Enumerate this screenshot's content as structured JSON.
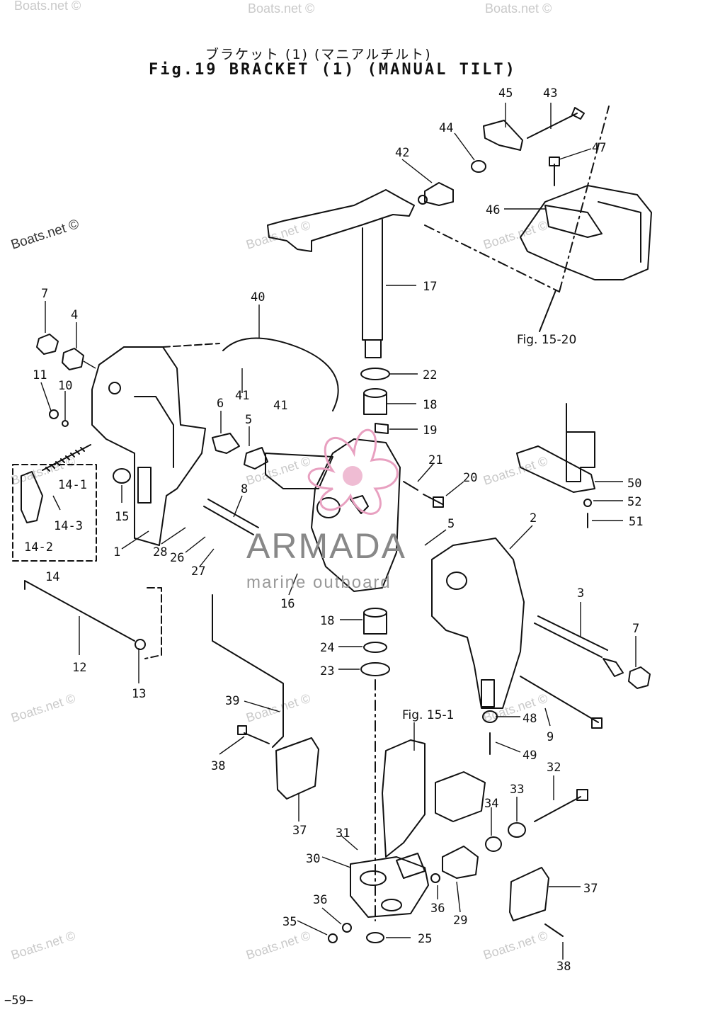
{
  "header": {
    "title_jp": "ブラケット (1) (マニアルチルト)",
    "title_en": "Fig.19 BRACKET (1) (MANUAL TILT)"
  },
  "footer": {
    "page_number": "−59−"
  },
  "references": {
    "top": "Fig. 15-20",
    "bottom": "Fig. 15-1"
  },
  "watermark": {
    "site": "Boats.net ©",
    "brand": "ARMADA",
    "brand_sub": "marine outboard"
  },
  "part_labels": [
    "7",
    "4",
    "11",
    "10",
    "14-1",
    "14-3",
    "14-2",
    "14",
    "15",
    "1",
    "12",
    "13",
    "40",
    "41",
    "41",
    "6",
    "5",
    "8",
    "28",
    "26",
    "27",
    "16",
    "42",
    "44",
    "45",
    "43",
    "47",
    "46",
    "17",
    "22",
    "18",
    "19",
    "21",
    "20",
    "5",
    "2",
    "50",
    "52",
    "51",
    "3",
    "7",
    "18",
    "24",
    "23",
    "48",
    "49",
    "9",
    "39",
    "38",
    "37",
    "31",
    "30",
    "36",
    "35",
    "36",
    "29",
    "25",
    "34",
    "33",
    "32",
    "37",
    "38"
  ]
}
